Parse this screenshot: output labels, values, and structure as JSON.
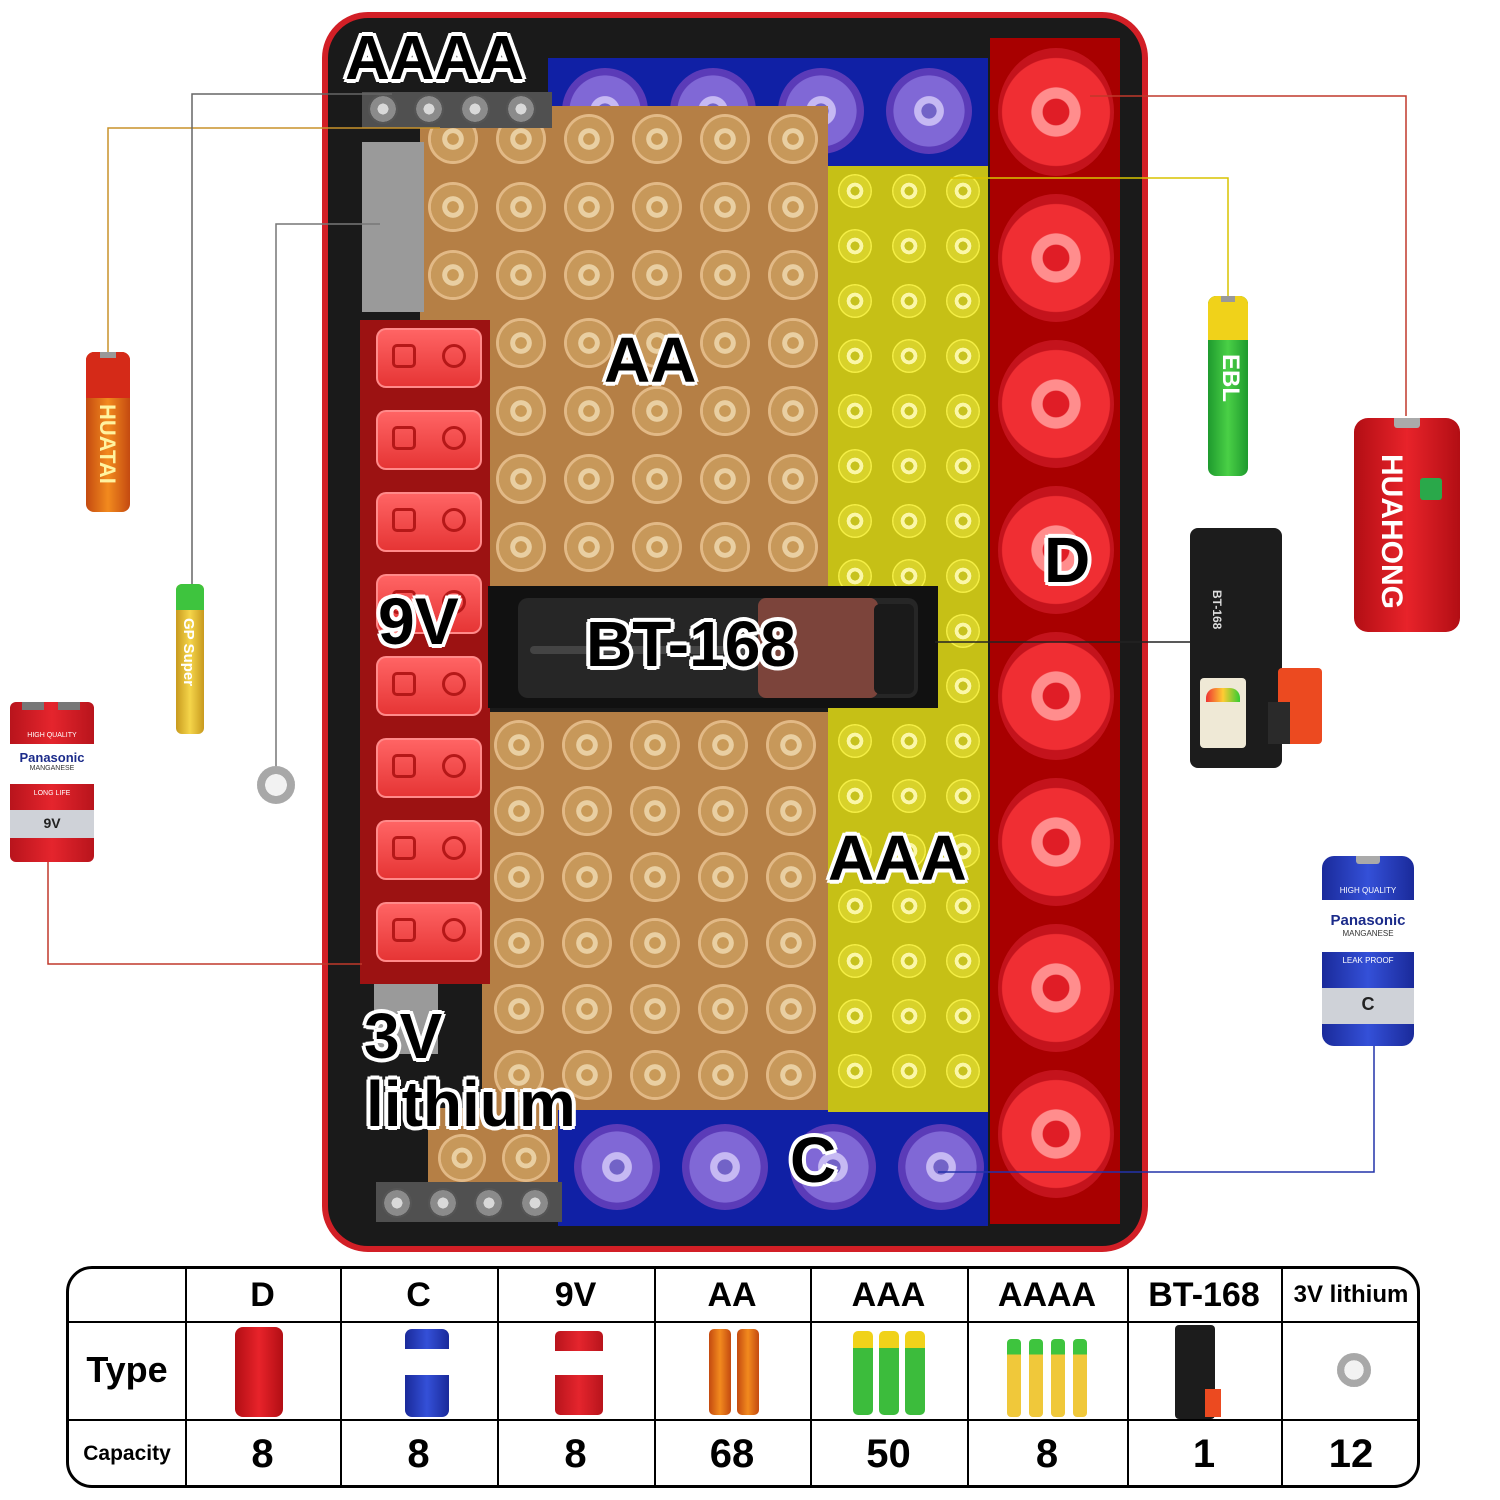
{
  "labels": {
    "aaaa": "AAAA",
    "aa": "AA",
    "nine_v": "9V",
    "bt168": "BT-168",
    "d": "D",
    "aaa": "AAA",
    "three_v_line1": "3V",
    "three_v_line2": "lithium",
    "c": "C"
  },
  "battery_icons": {
    "aa_brand": "HUATAI",
    "aaa_brand": "EBL",
    "aaaa_brand": "GP Super",
    "d_brand": "HUAHONG",
    "nine_v_brand": "Panasonic",
    "nine_v_sub": "MANGANESE",
    "nine_v_top": "HIGH QUALITY",
    "nine_v_mid": "LONG LIFE",
    "nine_v_rating": "9V",
    "c_brand": "Panasonic",
    "c_sub": "MANGANESE",
    "c_top": "HIGH QUALITY",
    "c_mid": "LEAK PROOF",
    "c_rating": "C",
    "tester_model": "BT-168"
  },
  "table": {
    "row_type": "Type",
    "row_capacity": "Capacity",
    "columns": [
      {
        "name": "D",
        "capacity": "8"
      },
      {
        "name": "C",
        "capacity": "8"
      },
      {
        "name": "9V",
        "capacity": "8"
      },
      {
        "name": "AA",
        "capacity": "68"
      },
      {
        "name": "AAA",
        "capacity": "50"
      },
      {
        "name": "AAAA",
        "capacity": "8"
      },
      {
        "name": "BT-168",
        "capacity": "1"
      },
      {
        "name": "3V lithium",
        "capacity": "12"
      }
    ]
  },
  "colors": {
    "case_border": "#d21f26",
    "aa_zone": "#d89a55",
    "aaa_zone": "#d4cf10",
    "d_zone": "#b00000",
    "c_zone": "#1622a8",
    "nine_v_zone": "#a31515"
  }
}
